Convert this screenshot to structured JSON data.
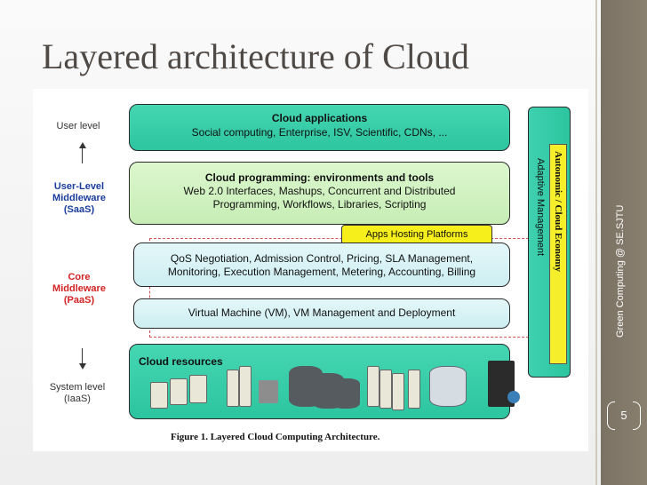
{
  "slide": {
    "title": "Layered architecture of Cloud",
    "footer_text": "Green Computing @ SE.SJTU",
    "page_number": "5"
  },
  "diagram": {
    "levels": {
      "user": "User level",
      "user_middleware": "User-Level\nMiddleware\n(SaaS)",
      "core_middleware": "Core\nMiddleware\n(PaaS)",
      "system": "System level\n(IaaS)"
    },
    "layers": {
      "applications_title": "Cloud applications",
      "applications_items": "Social computing, Enterprise, ISV, Scientific, CDNs, ...",
      "programming_title": "Cloud programming: environments and tools",
      "programming_line1": "Web 2.0 Interfaces, Mashups, Concurrent and Distributed",
      "programming_line2": "Programming, Workflows, Libraries, Scripting",
      "apps_hosting": "Apps Hosting Platforms",
      "qos_line1": "QoS Negotiation, Admission Control, Pricing, SLA Management,",
      "qos_line2": "Monitoring, Execution Management, Metering, Accounting, Billing",
      "vm": "Virtual Machine (VM), VM Management and Deployment",
      "resources": "Cloud resources"
    },
    "side": {
      "economy": "Autonomic / Cloud Economy",
      "adaptive": "Adaptive Management"
    },
    "caption": "Figure 1. Layered Cloud Computing Architecture.",
    "colors": {
      "layer_green": "#2cc59f",
      "layer_palegreen": "#c7edb5",
      "layer_lightblue": "#cdeef2",
      "apps_hosting": "#f7ef1c",
      "saas_label": "#1b3d9c",
      "paas_label": "#d42323"
    }
  }
}
